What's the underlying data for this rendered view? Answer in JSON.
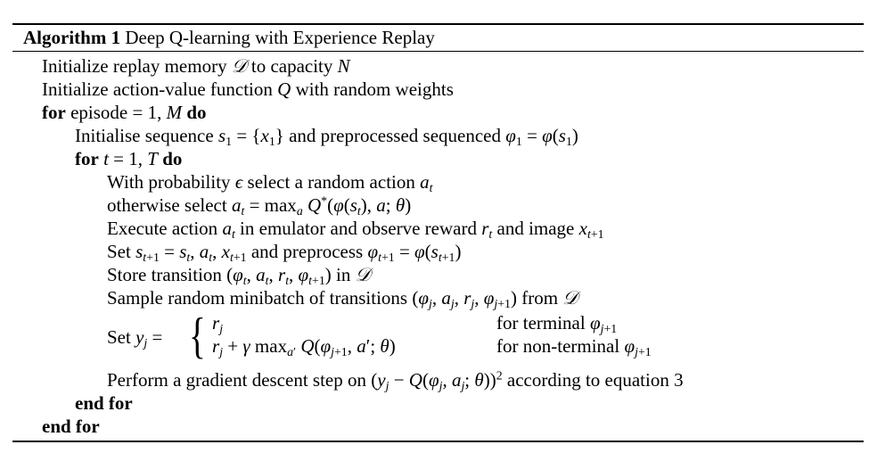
{
  "algorithm": {
    "label": "Algorithm 1",
    "title": "Deep Q-learning with Experience Replay"
  },
  "text": {
    "init_memory": "Initialize replay memory ",
    "to_capacity": " to capacity ",
    "init_q": "Initialize action-value function ",
    "with_random_weights": " with random weights",
    "kw_for": "for",
    "kw_do": "do",
    "kw_end_for": "end for",
    "episode": " episode ",
    "init_seq": "Initialise sequence ",
    "and_preprocessed": " and preprocessed sequenced ",
    "with_prob": "With probability ",
    "select_random": " select a random action ",
    "otherwise": "otherwise select ",
    "execute": "Execute action ",
    "in_emulator": " in emulator and observe reward ",
    "and_image": " and image ",
    "set": "Set ",
    "and_preprocess": " and preprocess ",
    "store": "Store transition ",
    "in": " in ",
    "sample": "Sample random minibatch of transitions ",
    "from": " from ",
    "terminal": "for terminal ",
    "non_terminal": "for non-terminal ",
    "perform": "Perform a gradient descent step on ",
    "according": " according to equation 3"
  }
}
